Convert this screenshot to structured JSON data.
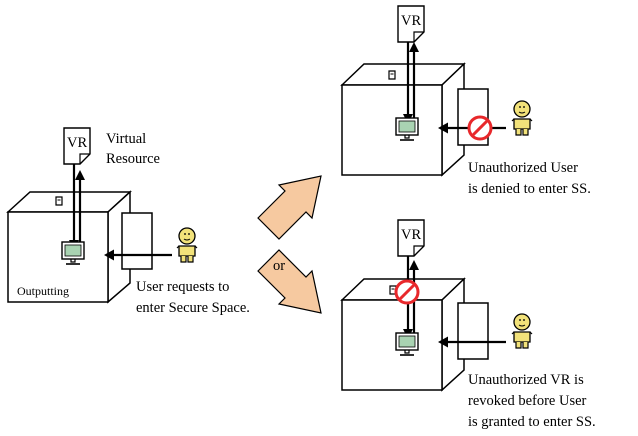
{
  "left": {
    "document_label": "VR",
    "virtual_resource_label": [
      "Virtual",
      "Resource"
    ],
    "cube_label": "Outputting",
    "user_caption": [
      "User requests to",
      "enter Secure Space."
    ]
  },
  "middle": {
    "or_label": "or"
  },
  "top_right": {
    "document_label": "VR",
    "caption": [
      "Unauthorized User",
      "is denied to enter SS."
    ]
  },
  "bottom_right": {
    "document_label": "VR",
    "caption": [
      "Unauthorized VR is",
      "revoked before User",
      "is granted to enter SS."
    ]
  },
  "colors": {
    "user_fill": "#f2e27a",
    "monitor_screen": "#a9d3b2",
    "arrow_fill": "#f6c9a0",
    "prohibit": "#e8282b"
  }
}
